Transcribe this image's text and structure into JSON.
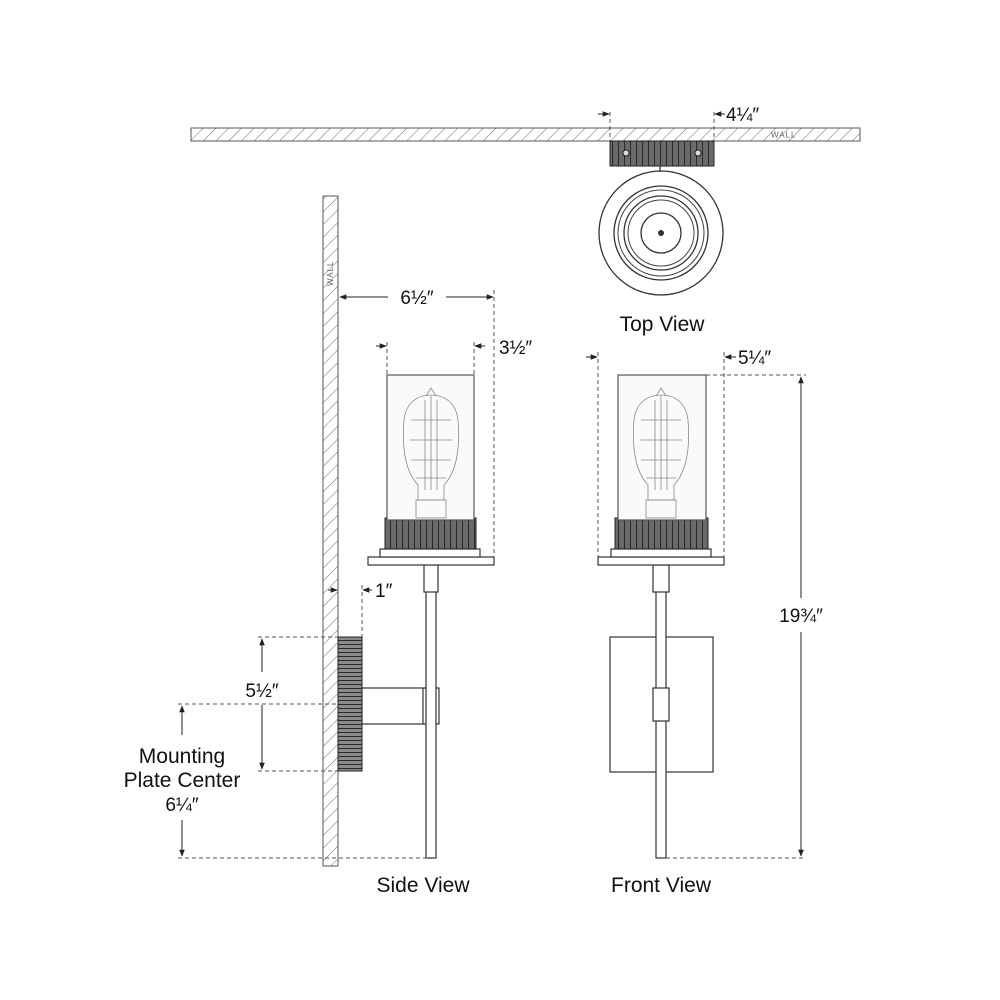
{
  "views": {
    "top": "Top View",
    "side": "Side View",
    "front": "Front View"
  },
  "wall_label": "WALL",
  "dimensions": {
    "top_backplate_width": "4¼″",
    "side_extension": "6½″",
    "side_shade_diameter": "3½″",
    "side_plate_depth": "1″",
    "side_plate_height": "5½″",
    "front_shade_width": "5¼″",
    "front_overall_height": "19¾″"
  },
  "mounting": {
    "line1": "Mounting",
    "line2": "Plate Center",
    "value": "6¼″"
  }
}
